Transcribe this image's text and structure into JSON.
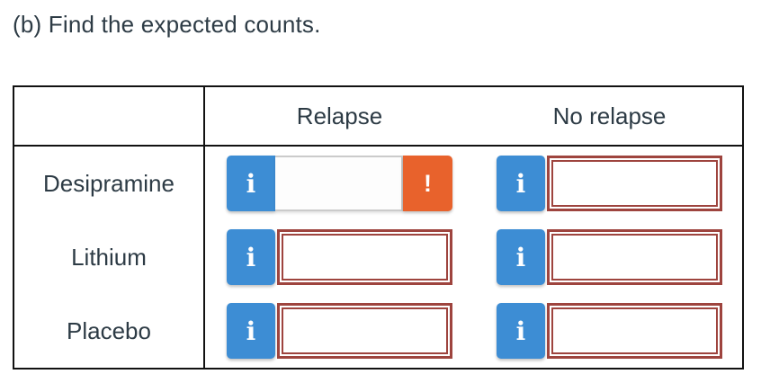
{
  "heading": "(b) Find the expected counts.",
  "table": {
    "column_headers": [
      "Relapse",
      "No relapse"
    ],
    "row_labels": [
      "Desipramine",
      "Lithium",
      "Placebo"
    ],
    "cells": {
      "desipramine_relapse": {
        "value": "",
        "placeholder": "",
        "state": "warning"
      },
      "desipramine_no_relapse": {
        "value": "",
        "placeholder": "",
        "state": "highlighted"
      },
      "lithium_relapse": {
        "value": "",
        "placeholder": "",
        "state": "highlighted"
      },
      "lithium_no_relapse": {
        "value": "",
        "placeholder": "",
        "state": "highlighted"
      },
      "placebo_relapse": {
        "value": "",
        "placeholder": "",
        "state": "highlighted"
      },
      "placebo_no_relapse": {
        "value": "",
        "placeholder": "",
        "state": "highlighted"
      }
    }
  },
  "icons": {
    "info_icon": "i",
    "warning_icon": "!"
  },
  "colors": {
    "info_blue": "#3d8dd4",
    "warning_orange": "#e8622c",
    "highlight_red": "#9e443e",
    "text_dark": "#2d3b45",
    "table_border": "#111111",
    "input_border_gray": "#cbcbcb"
  }
}
